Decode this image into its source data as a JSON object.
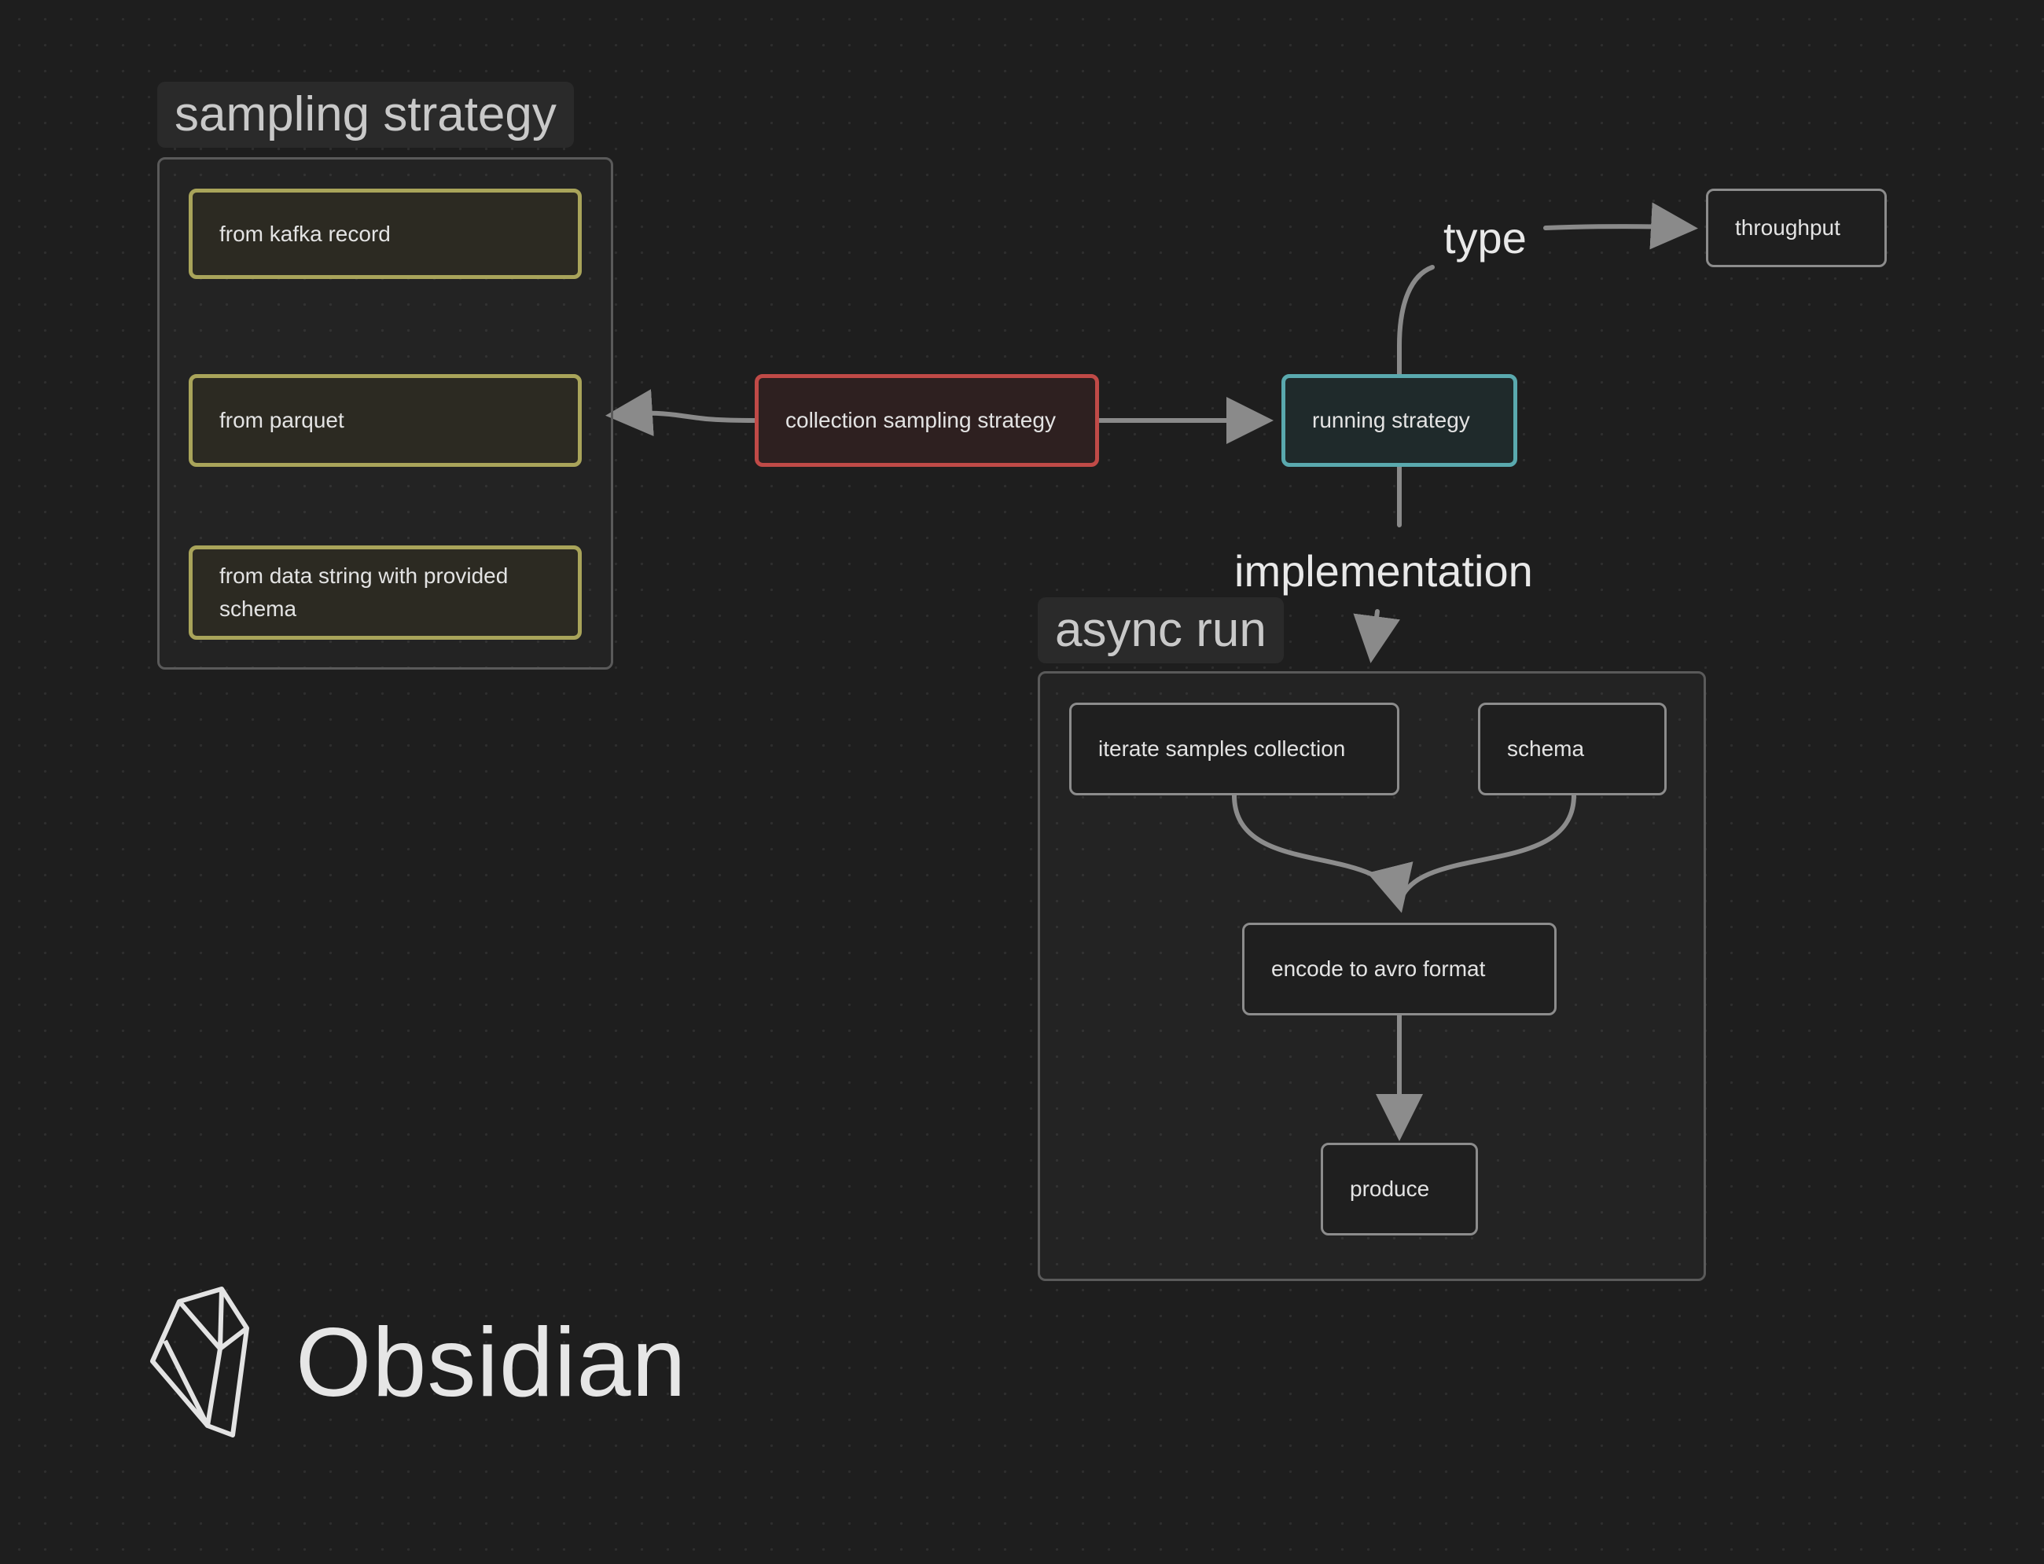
{
  "groups": {
    "sampling": {
      "label": "sampling strategy"
    },
    "async_run": {
      "label": "async run"
    }
  },
  "nodes": {
    "from_kafka_record": "from kafka record",
    "from_parquet": "from parquet",
    "from_data_string": "from data string with provided schema",
    "collection_sampling_strategy": "collection sampling strategy",
    "running_strategy": "running strategy",
    "throughput": "throughput",
    "iterate_samples_collection": "iterate samples collection",
    "schema": "schema",
    "encode_to_avro_format": "encode to avro format",
    "produce": "produce"
  },
  "edge_labels": {
    "type": "type",
    "implementation": "implementation"
  },
  "colors": {
    "background": "#1e1e1e",
    "yellow": "#a9a45a",
    "red": "#c04a47",
    "cyan": "#5aa9ae",
    "edge": "#8a8a8a"
  },
  "logo": {
    "icon": "obsidian-crystal-icon",
    "text": "Obsidian"
  }
}
